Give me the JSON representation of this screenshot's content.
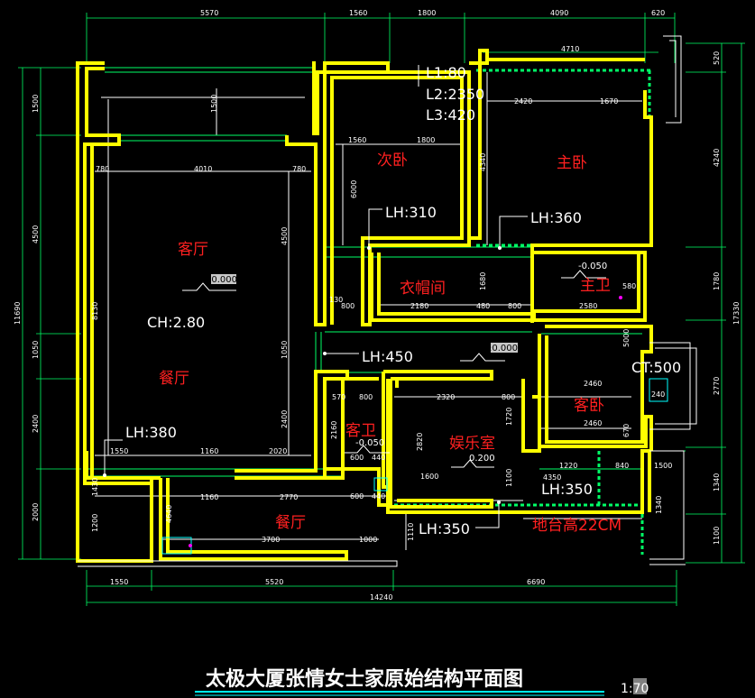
{
  "dimensions_top": [
    "5570",
    "1560",
    "1800",
    "4090",
    "620",
    "4710",
    "2420",
    "1670"
  ],
  "dimensions_bottom": [
    "1550",
    "5520",
    "6690",
    "14240"
  ],
  "dimensions_left": [
    "1500",
    "4500",
    "1050",
    "2400",
    "2000",
    "11690"
  ],
  "dimensions_right": [
    "520",
    "4240",
    "1780",
    "2770",
    "1340",
    "1100",
    "17330"
  ],
  "dimensions_inner": [
    "1500",
    "1500",
    "780",
    "4010",
    "780",
    "4500",
    "8130",
    "1050",
    "2400",
    "1550",
    "1160",
    "2020",
    "1160",
    "2770",
    "3700",
    "1000",
    "1430",
    "1200",
    "4640",
    "6000",
    "1560",
    "1800",
    "4340",
    "1680",
    "2180",
    "480",
    "800",
    "2580",
    "580",
    "800",
    "130",
    "2460",
    "2460",
    "2320",
    "800",
    "570",
    "800",
    "1720",
    "2160",
    "2820",
    "1600",
    "1100",
    "600",
    "440",
    "4350",
    "1220",
    "840",
    "1500",
    "600",
    "440",
    "5000",
    "240",
    "670",
    "1110",
    "1340"
  ],
  "rooms": {
    "living": "客厅",
    "dining1": "餐厅",
    "dining2": "餐厅",
    "second_bedroom": "次卧",
    "master_bedroom": "主卧",
    "closet": "衣帽间",
    "master_bath": "主卫",
    "guest_bath": "客卫",
    "guest_bedroom": "客卧",
    "entertainment": "娱乐室",
    "platform": "地台高22CM"
  },
  "notes": {
    "l1": "L1:80",
    "l2": "L2:2350",
    "l3": "L3:420",
    "ch": "CH:2.80",
    "lh310": "LH:310",
    "lh360": "LH:360",
    "lh450": "LH:450",
    "lh380": "LH:380",
    "lh350a": "LH:350",
    "lh350b": "LH:350",
    "ct": "CT:500"
  },
  "levels": {
    "living": "±0.000",
    "hall": "±0.000",
    "master_bath": "-0.050",
    "guest_bath": "-0.050",
    "entertainment": "0.200"
  },
  "title": "太极大厦张情女士家原始结构平面图",
  "scale": "1:70",
  "colors": {
    "background": "#000000",
    "wall": "#ffff00",
    "dimension": "#00ff66",
    "room_label": "#ff2020",
    "note": "#ffffff"
  }
}
